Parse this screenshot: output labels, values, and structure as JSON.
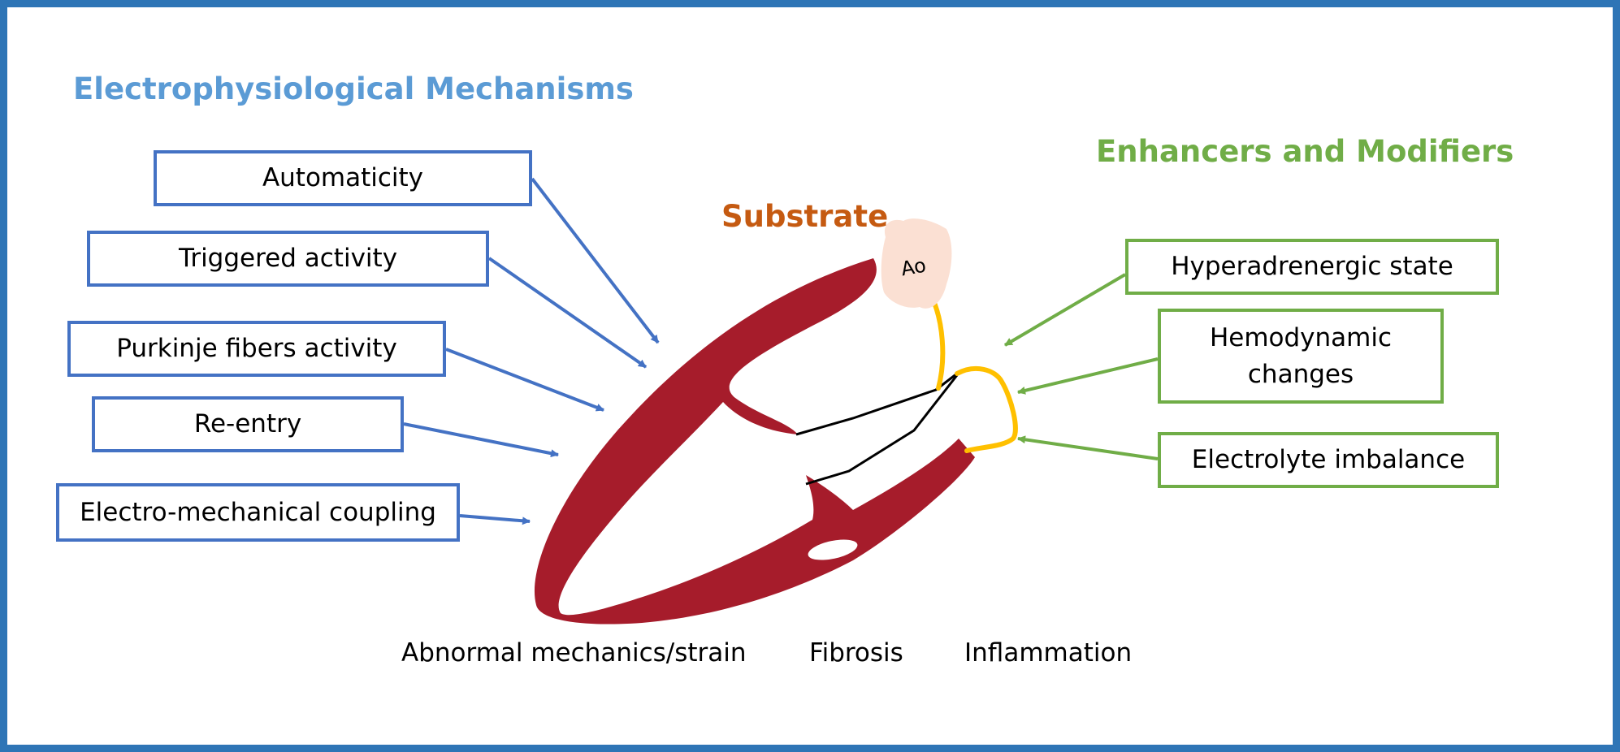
{
  "headings": {
    "electrophysiological": "Electrophysiological Mechanisms",
    "enhancers": "Enhancers and Modifiers",
    "substrate": "Substrate"
  },
  "mechanisms": [
    "Automaticity",
    "Triggered activity",
    "Purkinje fibers activity",
    "Re-entry",
    "Electro-mechanical coupling"
  ],
  "modifiers": [
    "Hyperadrenergic state",
    "Hemodynamic changes",
    "Electrolyte imbalance"
  ],
  "heart": {
    "aorta_label": "Ao"
  },
  "substrate_items": [
    "Abnormal mechanics/strain",
    "Fibrosis",
    "Inflammation"
  ],
  "colors": {
    "frame": "#2e75b6",
    "mechanisms": "#4472c4",
    "heading_blue": "#5b9bd5",
    "modifiers": "#70ad47",
    "substrate": "#c55a11",
    "myocardium": "#a61c2b",
    "valve": "#ffc000",
    "aorta": "#fbe0d3"
  }
}
